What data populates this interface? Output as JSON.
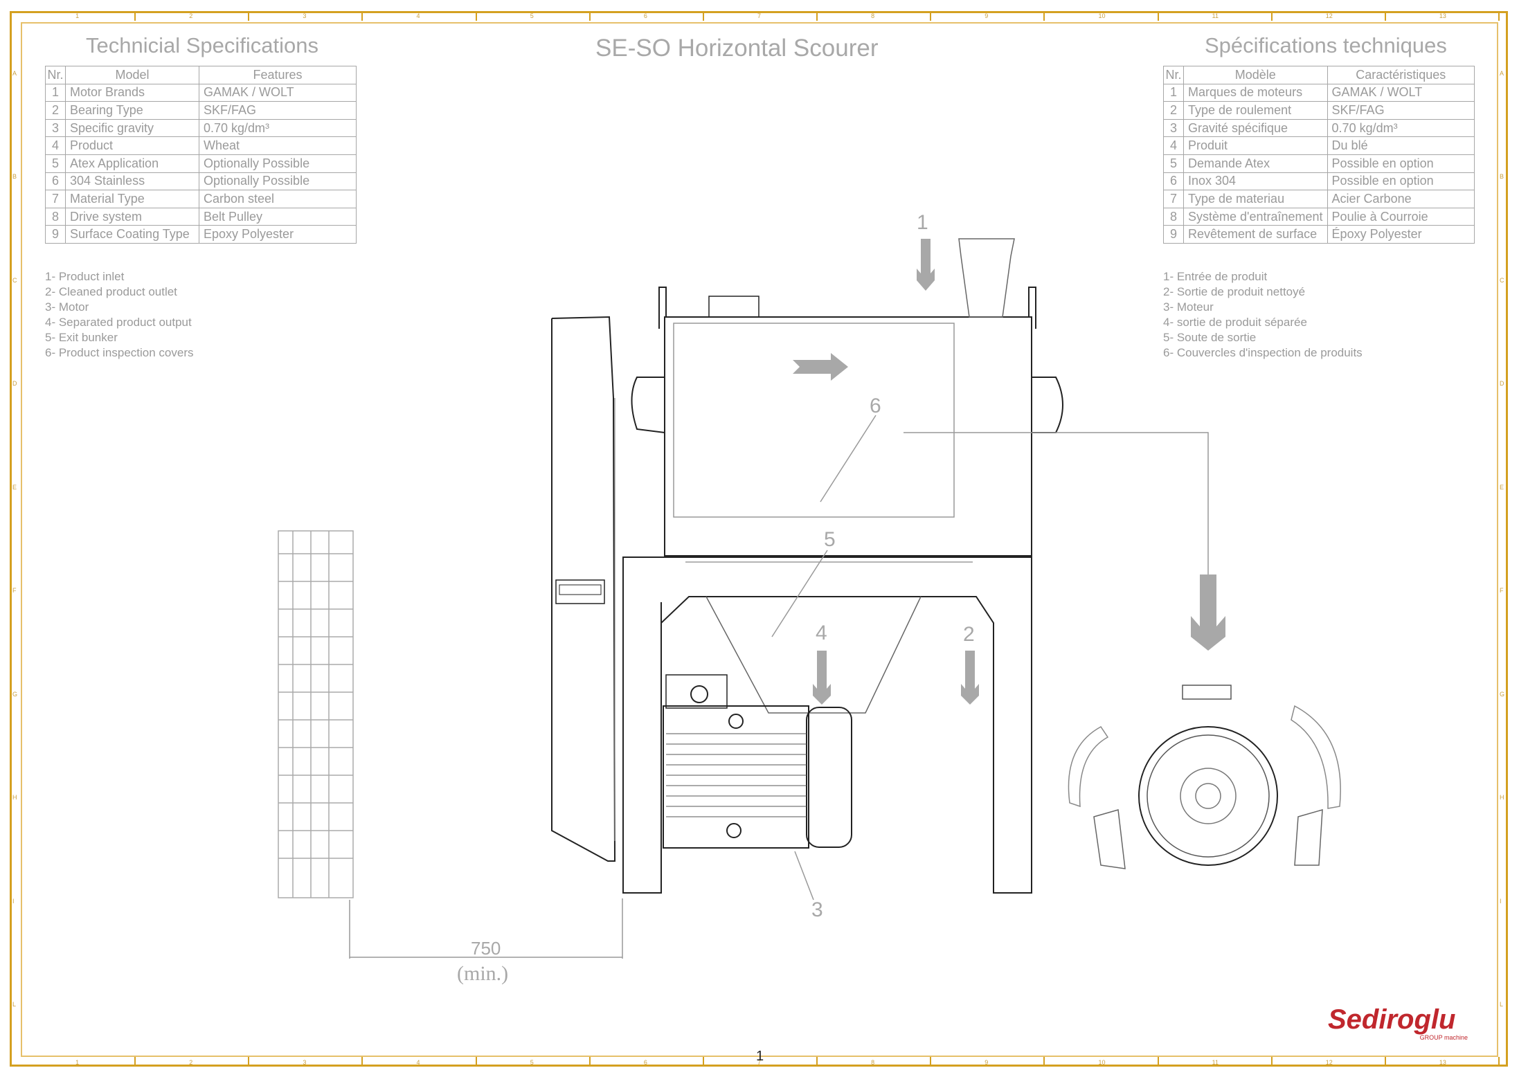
{
  "document": {
    "title": "SE-SO Horizontal Scourer",
    "page_number": "1"
  },
  "spec_en": {
    "heading": "Technicial Specifications",
    "columns": [
      "Nr.",
      "Model",
      "Features"
    ],
    "rows": [
      [
        "1",
        "Motor  Brands",
        "GAMAK / WOLT"
      ],
      [
        "2",
        "Bearing Type",
        "SKF/FAG"
      ],
      [
        "3",
        "Specific gravity",
        "0.70 kg/dm³"
      ],
      [
        "4",
        "Product",
        "Wheat"
      ],
      [
        "5",
        "Atex Application",
        "Optionally Possible"
      ],
      [
        "6",
        "304 Stainless",
        "Optionally Possible"
      ],
      [
        "7",
        "Material Type",
        "Carbon steel"
      ],
      [
        "8",
        "Drive system",
        "Belt Pulley"
      ],
      [
        "9",
        "Surface Coating Type",
        "Epoxy Polyester"
      ]
    ],
    "legend": [
      "1- Product inlet",
      "2- Cleaned product outlet",
      "3- Motor",
      "4- Separated product output",
      "5- Exit bunker",
      "6- Product inspection covers"
    ]
  },
  "spec_fr": {
    "heading": "Spécifications techniques",
    "columns": [
      "Nr.",
      "Modèle",
      "Caractéristiques"
    ],
    "rows": [
      [
        "1",
        "Marques de moteurs",
        "GAMAK / WOLT"
      ],
      [
        "2",
        "Type de roulement",
        "SKF/FAG"
      ],
      [
        "3",
        "Gravité spécifique",
        "0.70 kg/dm³"
      ],
      [
        "4",
        "Produit",
        "Du blé"
      ],
      [
        "5",
        "Demande Atex",
        "Possible en option"
      ],
      [
        "6",
        "Inox 304",
        "Possible en option"
      ],
      [
        "7",
        "Type de materiau",
        "Acier Carbone"
      ],
      [
        "8",
        "Système d'entraînement",
        "Poulie à Courroie"
      ],
      [
        "9",
        "Revêtement de surface",
        "Époxy Polyester"
      ]
    ],
    "legend": [
      "1- Entrée de produit",
      "2- Sortie de produit nettoyé",
      "3- Moteur",
      "4- sortie de produit séparée",
      "5- Soute de sortie",
      "6- Couvercles d'inspection de produits"
    ]
  },
  "drawing": {
    "callouts": [
      "1",
      "2",
      "3",
      "4",
      "5",
      "6"
    ],
    "dimension_value": "750",
    "dimension_note": "(min.)"
  },
  "frame": {
    "columns": [
      "1",
      "2",
      "3",
      "4",
      "5",
      "6",
      "7",
      "8",
      "9",
      "10",
      "11",
      "12",
      "13"
    ],
    "rows": [
      "A",
      "B",
      "C",
      "D",
      "E",
      "F",
      "G",
      "H",
      "I",
      "L"
    ]
  },
  "brand": {
    "logo_text": "Sediroglu",
    "logo_sub": "GROUP machine",
    "accent_color": "#c0272d",
    "frame_color": "#d4a020"
  }
}
